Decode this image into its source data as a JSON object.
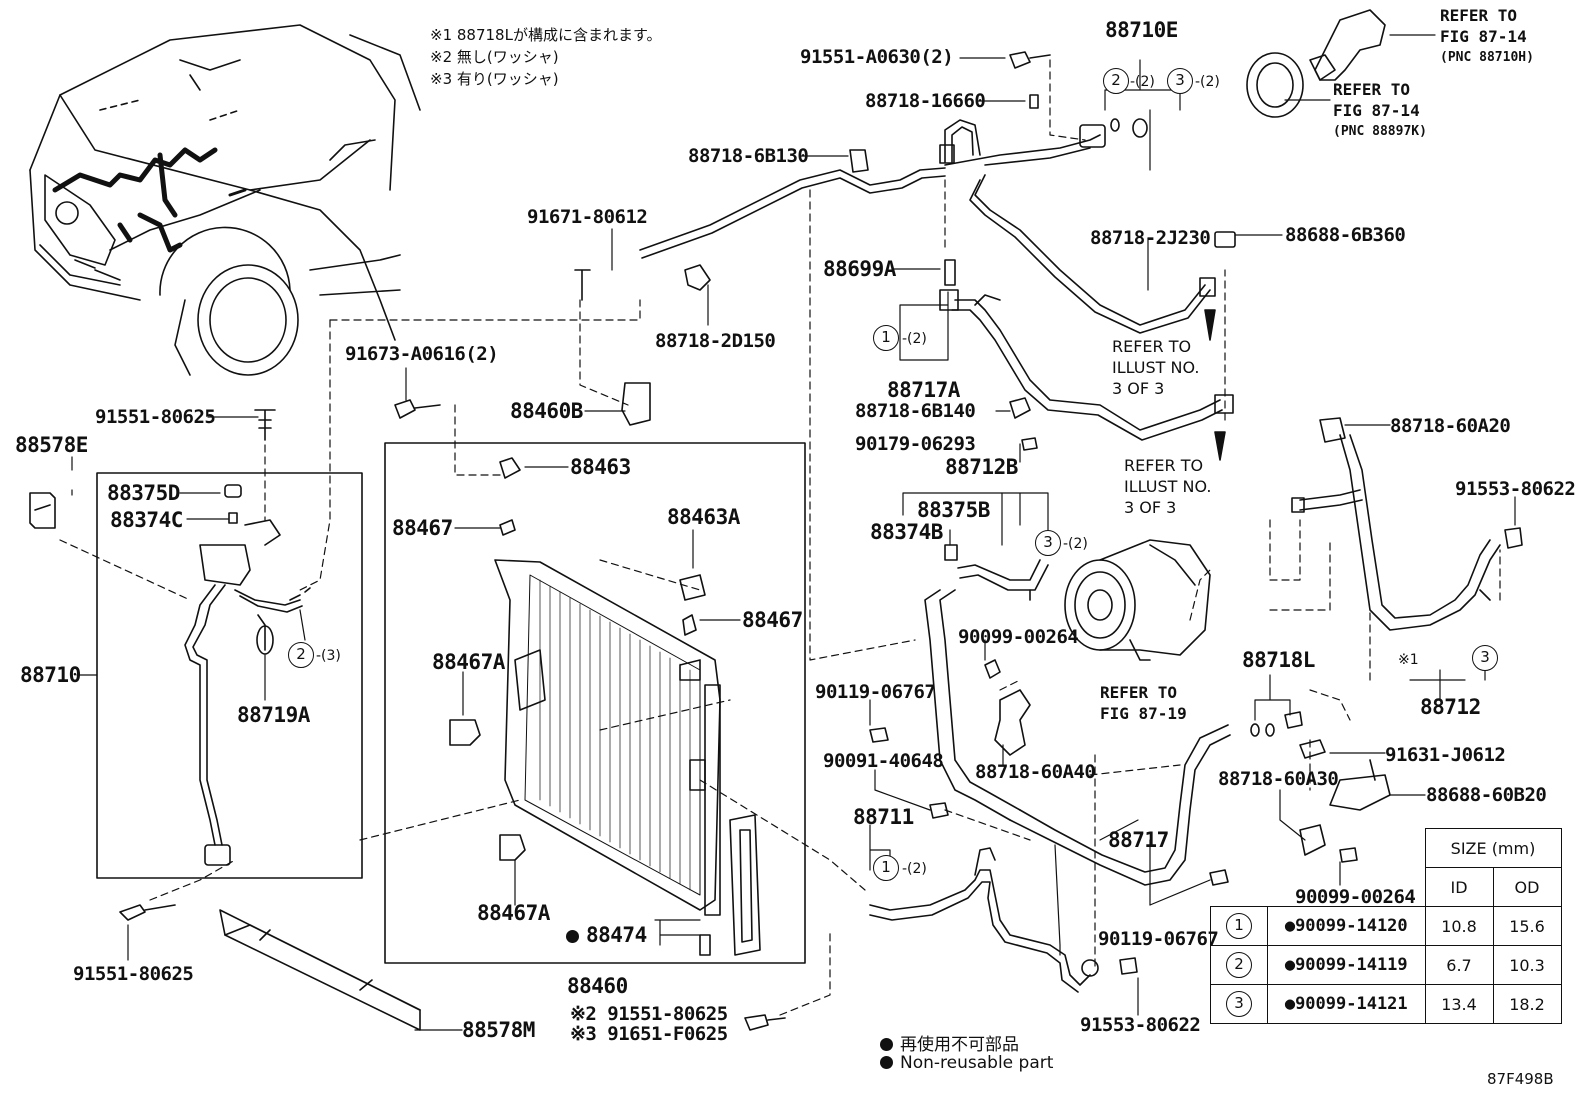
{
  "notes": [
    "※1 88718Lが構成に含まれます。",
    "※2 無し(ワッシャ)",
    "※3 有り(ワッシャ)"
  ],
  "parts": {
    "p88710E": "88710E",
    "p91551A0630": "91551-A0630(2)",
    "p8871816660": "88718-16660",
    "p887186B130": "88718-6B130",
    "p9167180612": "91671-80612",
    "p887182D150": "88718-2D150",
    "p91673A0616": "91673-A0616(2)",
    "p88460B": "88460B",
    "p9155180625a": "91551-80625",
    "p88578E": "88578E",
    "p88375D": "88375D",
    "p88374C": "88374C",
    "p88710": "88710",
    "p88719A": "88719A",
    "p88463": "88463",
    "p88467a": "88467",
    "p88463A": "88463A",
    "p88467b": "88467",
    "p88467Aa": "88467A",
    "p88467Ab": "88467A",
    "p88474": "88474",
    "p88460": "88460",
    "p9155180625b": "91551-80625",
    "p88578M": "88578M",
    "p9155180625c": "※2 91551-80625",
    "p91651F0625": "※3 91651-F0625",
    "p887182J230": "88718-2J230",
    "p886886B360": "88688-6B360",
    "p88699A": "88699A",
    "p88717A": "88717A",
    "p887186B140": "88718-6B140",
    "p9017906293": "90179-06293",
    "p88712B": "88712B",
    "p88375B": "88375B",
    "p88374B": "88374B",
    "p9009900264a": "90099-00264",
    "p9011906767a": "90119-06767",
    "p9009140648": "90091-40648",
    "p8871860A40": "88718-60A40",
    "p88711": "88711",
    "p88717": "88717",
    "p9011906767b": "90119-06767",
    "p9155380622a": "91553-80622",
    "p8871860A20": "88718-60A20",
    "p9155380622b": "91553-80622",
    "p88712": "88712",
    "p88718L": "88718L",
    "p91631J0612": "91631-J0612",
    "p8871860A30": "88718-60A30",
    "p8868860B20": "88688-60B20",
    "p9009900264b": "90099-00264"
  },
  "refs": {
    "top1": "REFER TO\nFIG 87-14",
    "top1_sub": "(PNC 88710H)",
    "top2": "REFER TO\nFIG 87-14",
    "top2_sub": "(PNC 88897K)",
    "illust1": "REFER TO\nILLUST NO.\n3 OF 3",
    "illust2": "REFER TO\nILLUST NO.\n3 OF 3",
    "fig1919": "REFER TO\nFIG 87-19"
  },
  "circles": {
    "one": "1",
    "two": "2",
    "three": "3",
    "suf2": "-(2)",
    "suf3": "-(3)",
    "x1": "※1"
  },
  "size_table": {
    "title": "SIZE (mm)",
    "col_id": "ID",
    "col_od": "OD",
    "rows": [
      {
        "num": "1",
        "part": "●90099-14120",
        "id": "10.8",
        "od": "15.6"
      },
      {
        "num": "2",
        "part": "●90099-14119",
        "id": "6.7",
        "od": "10.3"
      },
      {
        "num": "3",
        "part": "●90099-14121",
        "id": "13.4",
        "od": "18.2"
      }
    ]
  },
  "legend": {
    "jp": "再使用不可部品",
    "en": "Non-reusable part"
  },
  "figure_code": "87F498B"
}
